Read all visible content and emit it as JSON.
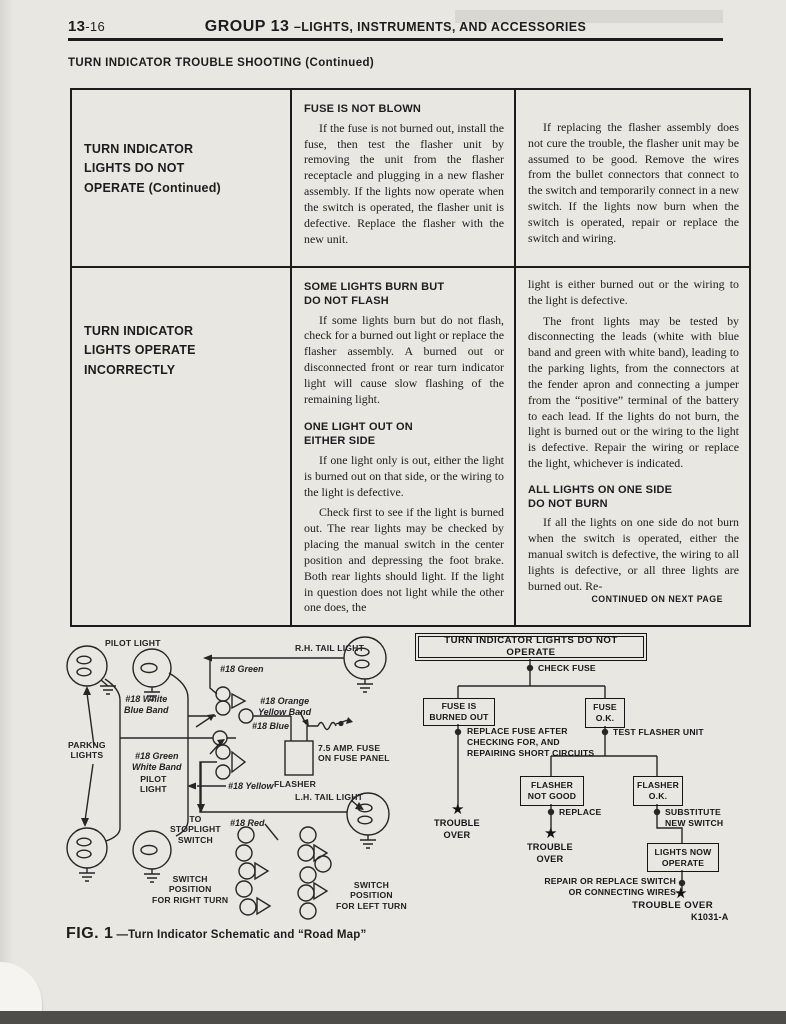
{
  "page": {
    "page_number_major": "13",
    "page_number_minor": "-16",
    "header_group": "GROUP 13",
    "header_rest": "–LIGHTS, INSTRUMENTS, AND ACCESSORIES",
    "section_title": "TURN INDICATOR TROUBLE SHOOTING (Continued)",
    "continued_note": "CONTINUED ON NEXT PAGE"
  },
  "icons": {
    "star": "★"
  },
  "table": {
    "row1": {
      "condition": "TURN INDICATOR\nLIGHTS DO NOT\nOPERATE (Continued)",
      "heading_fuse": "FUSE IS NOT BLOWN",
      "para_fuse": "If the fuse is not burned out, install the fuse, then test the flasher unit by removing the unit from the flasher receptacle and plugging in a new flasher assembly. If the lights now operate when the switch is operated, the flasher unit is defective. Replace the flasher with the new unit.",
      "para_flasher": "If replacing the flasher assembly does not cure the trouble, the flasher unit may be assumed to be good. Remove the wires from the bullet connectors that connect to the switch and temporarily connect in a new switch. If the lights now burn when the switch is operated, repair or replace the switch and wiring."
    },
    "row2": {
      "condition": "TURN INDICATOR\nLIGHTS OPERATE\nINCORRECTLY",
      "heading_some": "SOME LIGHTS BURN BUT\nDO NOT FLASH",
      "para_some": "If some lights burn but do not flash, check for a burned out light or replace the flasher assembly. A burned out or disconnected front or rear turn indicator light will cause slow flashing of the remaining light.",
      "heading_one": "ONE LIGHT OUT ON\nEITHER SIDE",
      "para_one_a": "If one light only is out, either the light is burned out on that side, or the wiring to the light is defective.",
      "para_one_b": "Check first to see if the light is burned out. The rear lights may be checked by placing the manual switch in the center position and depressing the foot brake. Both rear lights should light. If the light in question does not light while the other one does, the",
      "para_cont_a": "light is either burned out or the wiring to the light is defective.",
      "para_cont_b": "The front lights may be tested by disconnecting the leads (white with blue band and green with white band), leading to the parking lights, from the connectors at the fender apron and connecting a jumper from the “positive” terminal of the battery to each lead. If the lights do not burn, the light is burned out or the wiring to the light is defective. Repair the wiring or replace the light, whichever is indicated.",
      "heading_all": "ALL LIGHTS ON ONE SIDE\nDO NOT BURN",
      "para_all": "If all the lights on one side do not burn when the switch is operated, either the manual switch is defective, the wiring to all lights is defective, or all three lights are burned out. Re-"
    }
  },
  "figure": {
    "caption_no": "FIG. 1",
    "caption_text": "—Turn Indicator Schematic and “Road Map”",
    "code": "K1031-A",
    "schematic": {
      "pilot_top": "PILOT LIGHT",
      "rh_tail": "R.H. TAIL LIGHT",
      "lh_tail": "L.H. TAIL LIGHT",
      "parking": "PARKNG\nLIGHTS",
      "pilot_bottom": "PILOT\nLIGHT",
      "wire_green": "#18 Green",
      "wire_white_blue": "#18 White\nBlue Band",
      "wire_orange_yellow": "#18 Orange\nYellow Band",
      "wire_blue": "#18 Blue",
      "wire_green_white": "#18 Green\nWhite Band",
      "wire_yellow": "#18 Yellow",
      "wire_red": "#18 Red",
      "fuse": "7.5 AMP. FUSE\nON FUSE PANEL",
      "flasher": "FLASHER",
      "stoplight": "TO\nSTOPLIGHT\nSWITCH",
      "switch_right": "SWITCH\nPOSITION\nFOR RIGHT TURN",
      "switch_left": "SWITCH\nPOSITION\nFOR LEFT TURN"
    },
    "flowchart": {
      "root": "TURN INDICATOR LIGHTS DO NOT OPERATE",
      "check_fuse": "CHECK FUSE",
      "fuse_burned": "FUSE IS\nBURNED OUT",
      "fuse_ok": "FUSE\nO.K.",
      "replace_fuse": "REPLACE FUSE AFTER\nCHECKING FOR, AND\nREPAIRING SHORT CIRCUITS",
      "test_flasher": "TEST FLASHER UNIT",
      "trouble_over_1": "TROUBLE\nOVER",
      "flasher_not_good": "FLASHER\nNOT GOOD",
      "flasher_ok": "FLASHER\nO.K.",
      "replace": "REPLACE",
      "trouble_over_2": "TROUBLE\nOVER",
      "substitute": "SUBSTITUTE\nNEW SWITCH",
      "lights_now": "LIGHTS NOW\nOPERATE",
      "repair_replace": "REPAIR OR REPLACE SWITCH\nOR CONNECTING WIRES",
      "trouble_over_3": "TROUBLE OVER"
    }
  }
}
